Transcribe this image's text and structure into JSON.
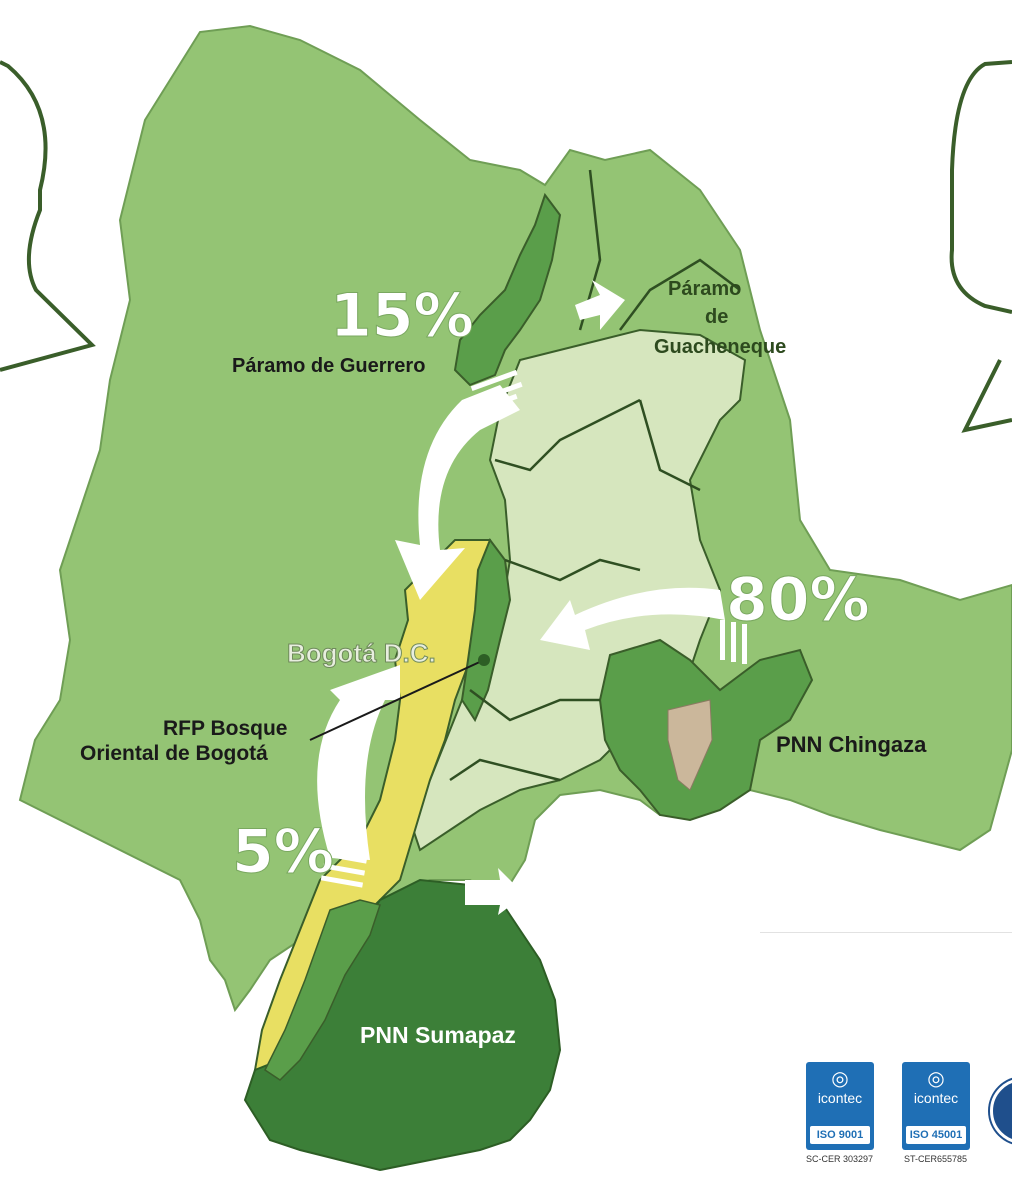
{
  "labels": {
    "pct_guerrero": "15%",
    "paramo_guerrero": "Páramo de Guerrero",
    "guacheneque_line1": "Páramo",
    "guacheneque_line2": "de",
    "guacheneque_line3": "Guacheneque",
    "pct_chingaza": "80%",
    "pnn_chingaza": "PNN Chingaza",
    "bogota": "Bogotá D.C.",
    "rfp_line1": "RFP Bosque",
    "rfp_line2": "Oriental de Bogotá",
    "pct_sumapaz": "5%",
    "pnn_sumapaz": "PNN Sumapaz"
  },
  "certifications": [
    {
      "brand": "icontec",
      "standard": "ISO 9001",
      "code": "SC-CER 303297"
    },
    {
      "brand": "icontec",
      "standard": "ISO 45001",
      "code": "ST-CER655785"
    }
  ],
  "colors": {
    "region": "#94c474",
    "protected": "#5a9e4a",
    "sumapaz": "#3c7f38",
    "bogota_yellow": "#e8df62",
    "savanna": "#d6e6be",
    "outline": "#3a5e2a",
    "badge_blue": "#1f6fb5"
  }
}
